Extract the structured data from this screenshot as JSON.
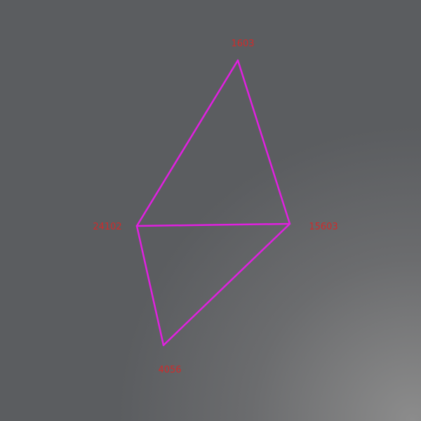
{
  "graph": {
    "edge_color": "#e020e0",
    "label_color": "#d12a2a",
    "background": "#5b5d60",
    "nodes": [
      {
        "id": "1603",
        "label": "1603"
      },
      {
        "id": "24102",
        "label": "24102"
      },
      {
        "id": "15603",
        "label": "15603"
      },
      {
        "id": "4056",
        "label": "4056"
      }
    ],
    "edges": [
      {
        "from": "1603",
        "to": "24102"
      },
      {
        "from": "1603",
        "to": "15603"
      },
      {
        "from": "24102",
        "to": "15603"
      },
      {
        "from": "24102",
        "to": "4056"
      },
      {
        "from": "15603",
        "to": "4056"
      }
    ]
  }
}
